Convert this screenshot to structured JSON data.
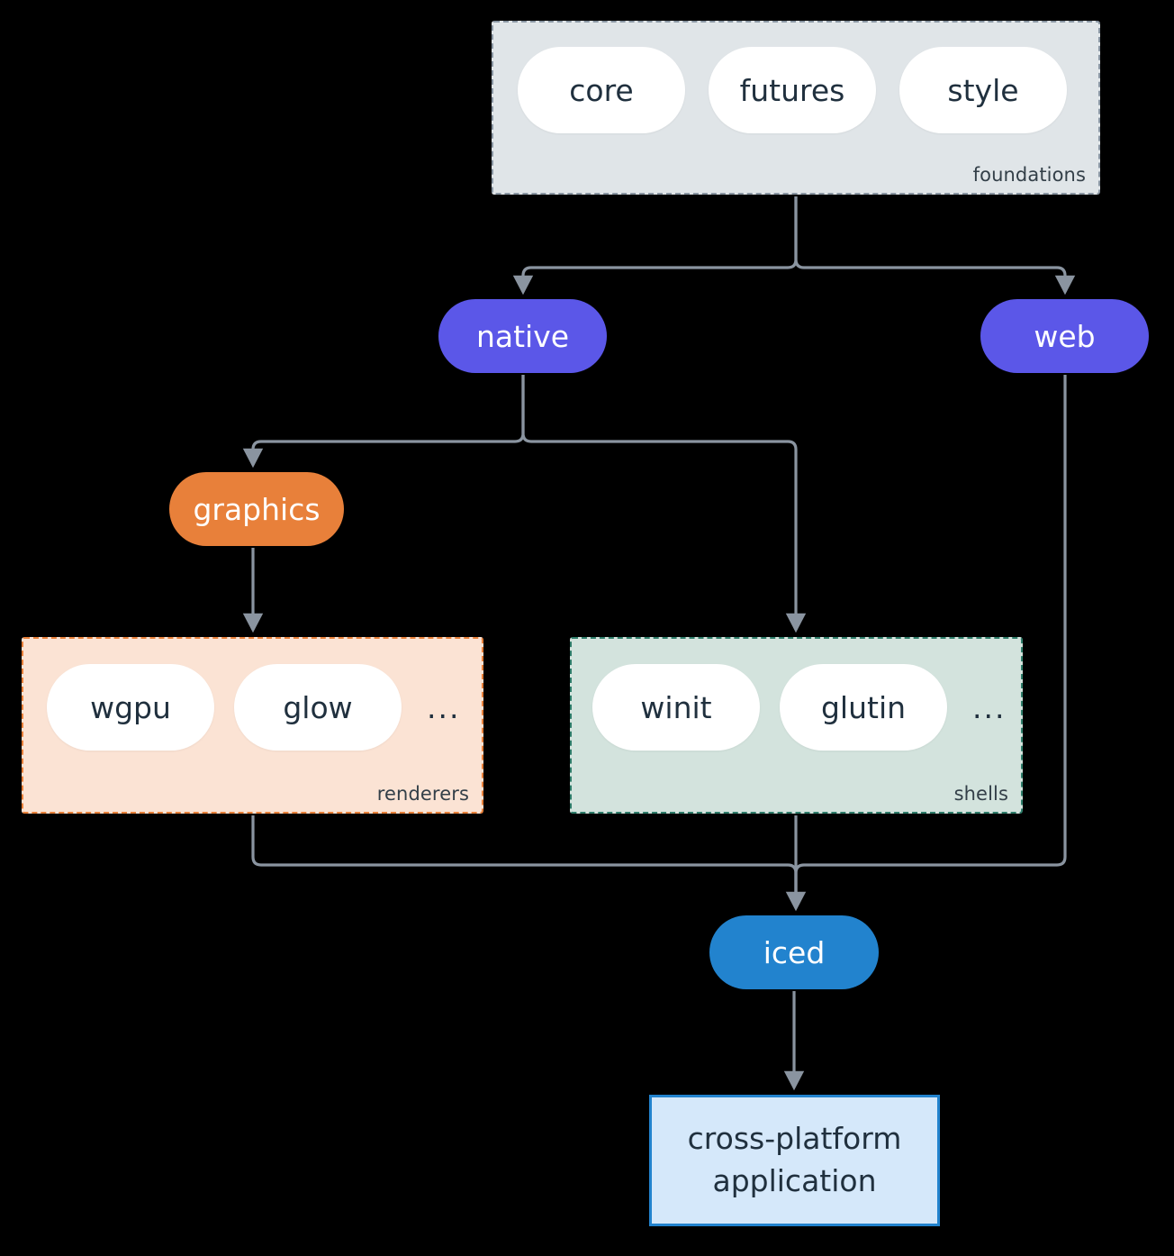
{
  "diagram": {
    "type": "flowchart",
    "direction": "top-down",
    "background": "#000000",
    "edge_color": "#8a94a0"
  },
  "clusters": [
    {
      "id": "foundations",
      "label": "foundations",
      "fill": "#e0e5e8",
      "border": "#8a96a3",
      "border_style": "dashed",
      "members": [
        {
          "label": "core"
        },
        {
          "label": "futures"
        },
        {
          "label": "style"
        }
      ]
    },
    {
      "id": "renderers",
      "label": "renderers",
      "fill": "#fbe3d4",
      "border": "#e8803a",
      "border_style": "dashed",
      "members": [
        {
          "label": "wgpu"
        },
        {
          "label": "glow"
        }
      ],
      "overflow": "..."
    },
    {
      "id": "shells",
      "label": "shells",
      "fill": "#d3e3dd",
      "border": "#2e7d6a",
      "border_style": "dashed",
      "members": [
        {
          "label": "winit"
        },
        {
          "label": "glutin"
        }
      ],
      "overflow": "..."
    }
  ],
  "nodes": {
    "native": {
      "label": "native",
      "fill": "#5b57e8",
      "text": "#ffffff",
      "shape": "stadium"
    },
    "web": {
      "label": "web",
      "fill": "#5b57e8",
      "text": "#ffffff",
      "shape": "stadium"
    },
    "graphics": {
      "label": "graphics",
      "fill": "#e8803a",
      "text": "#ffffff",
      "shape": "stadium"
    },
    "iced": {
      "label": "iced",
      "fill": "#2283ce",
      "text": "#ffffff",
      "shape": "stadium"
    },
    "application": {
      "line1": "cross-platform",
      "line2": "application",
      "fill": "#d5e8fa",
      "border": "#2283ce",
      "text": "#20303e",
      "shape": "rect"
    }
  },
  "edges": [
    {
      "from": "foundations",
      "to": "native"
    },
    {
      "from": "foundations",
      "to": "web"
    },
    {
      "from": "native",
      "to": "graphics"
    },
    {
      "from": "native",
      "to": "shells"
    },
    {
      "from": "graphics",
      "to": "renderers"
    },
    {
      "from": "renderers",
      "to": "iced"
    },
    {
      "from": "shells",
      "to": "iced"
    },
    {
      "from": "web",
      "to": "iced"
    },
    {
      "from": "iced",
      "to": "application"
    }
  ]
}
